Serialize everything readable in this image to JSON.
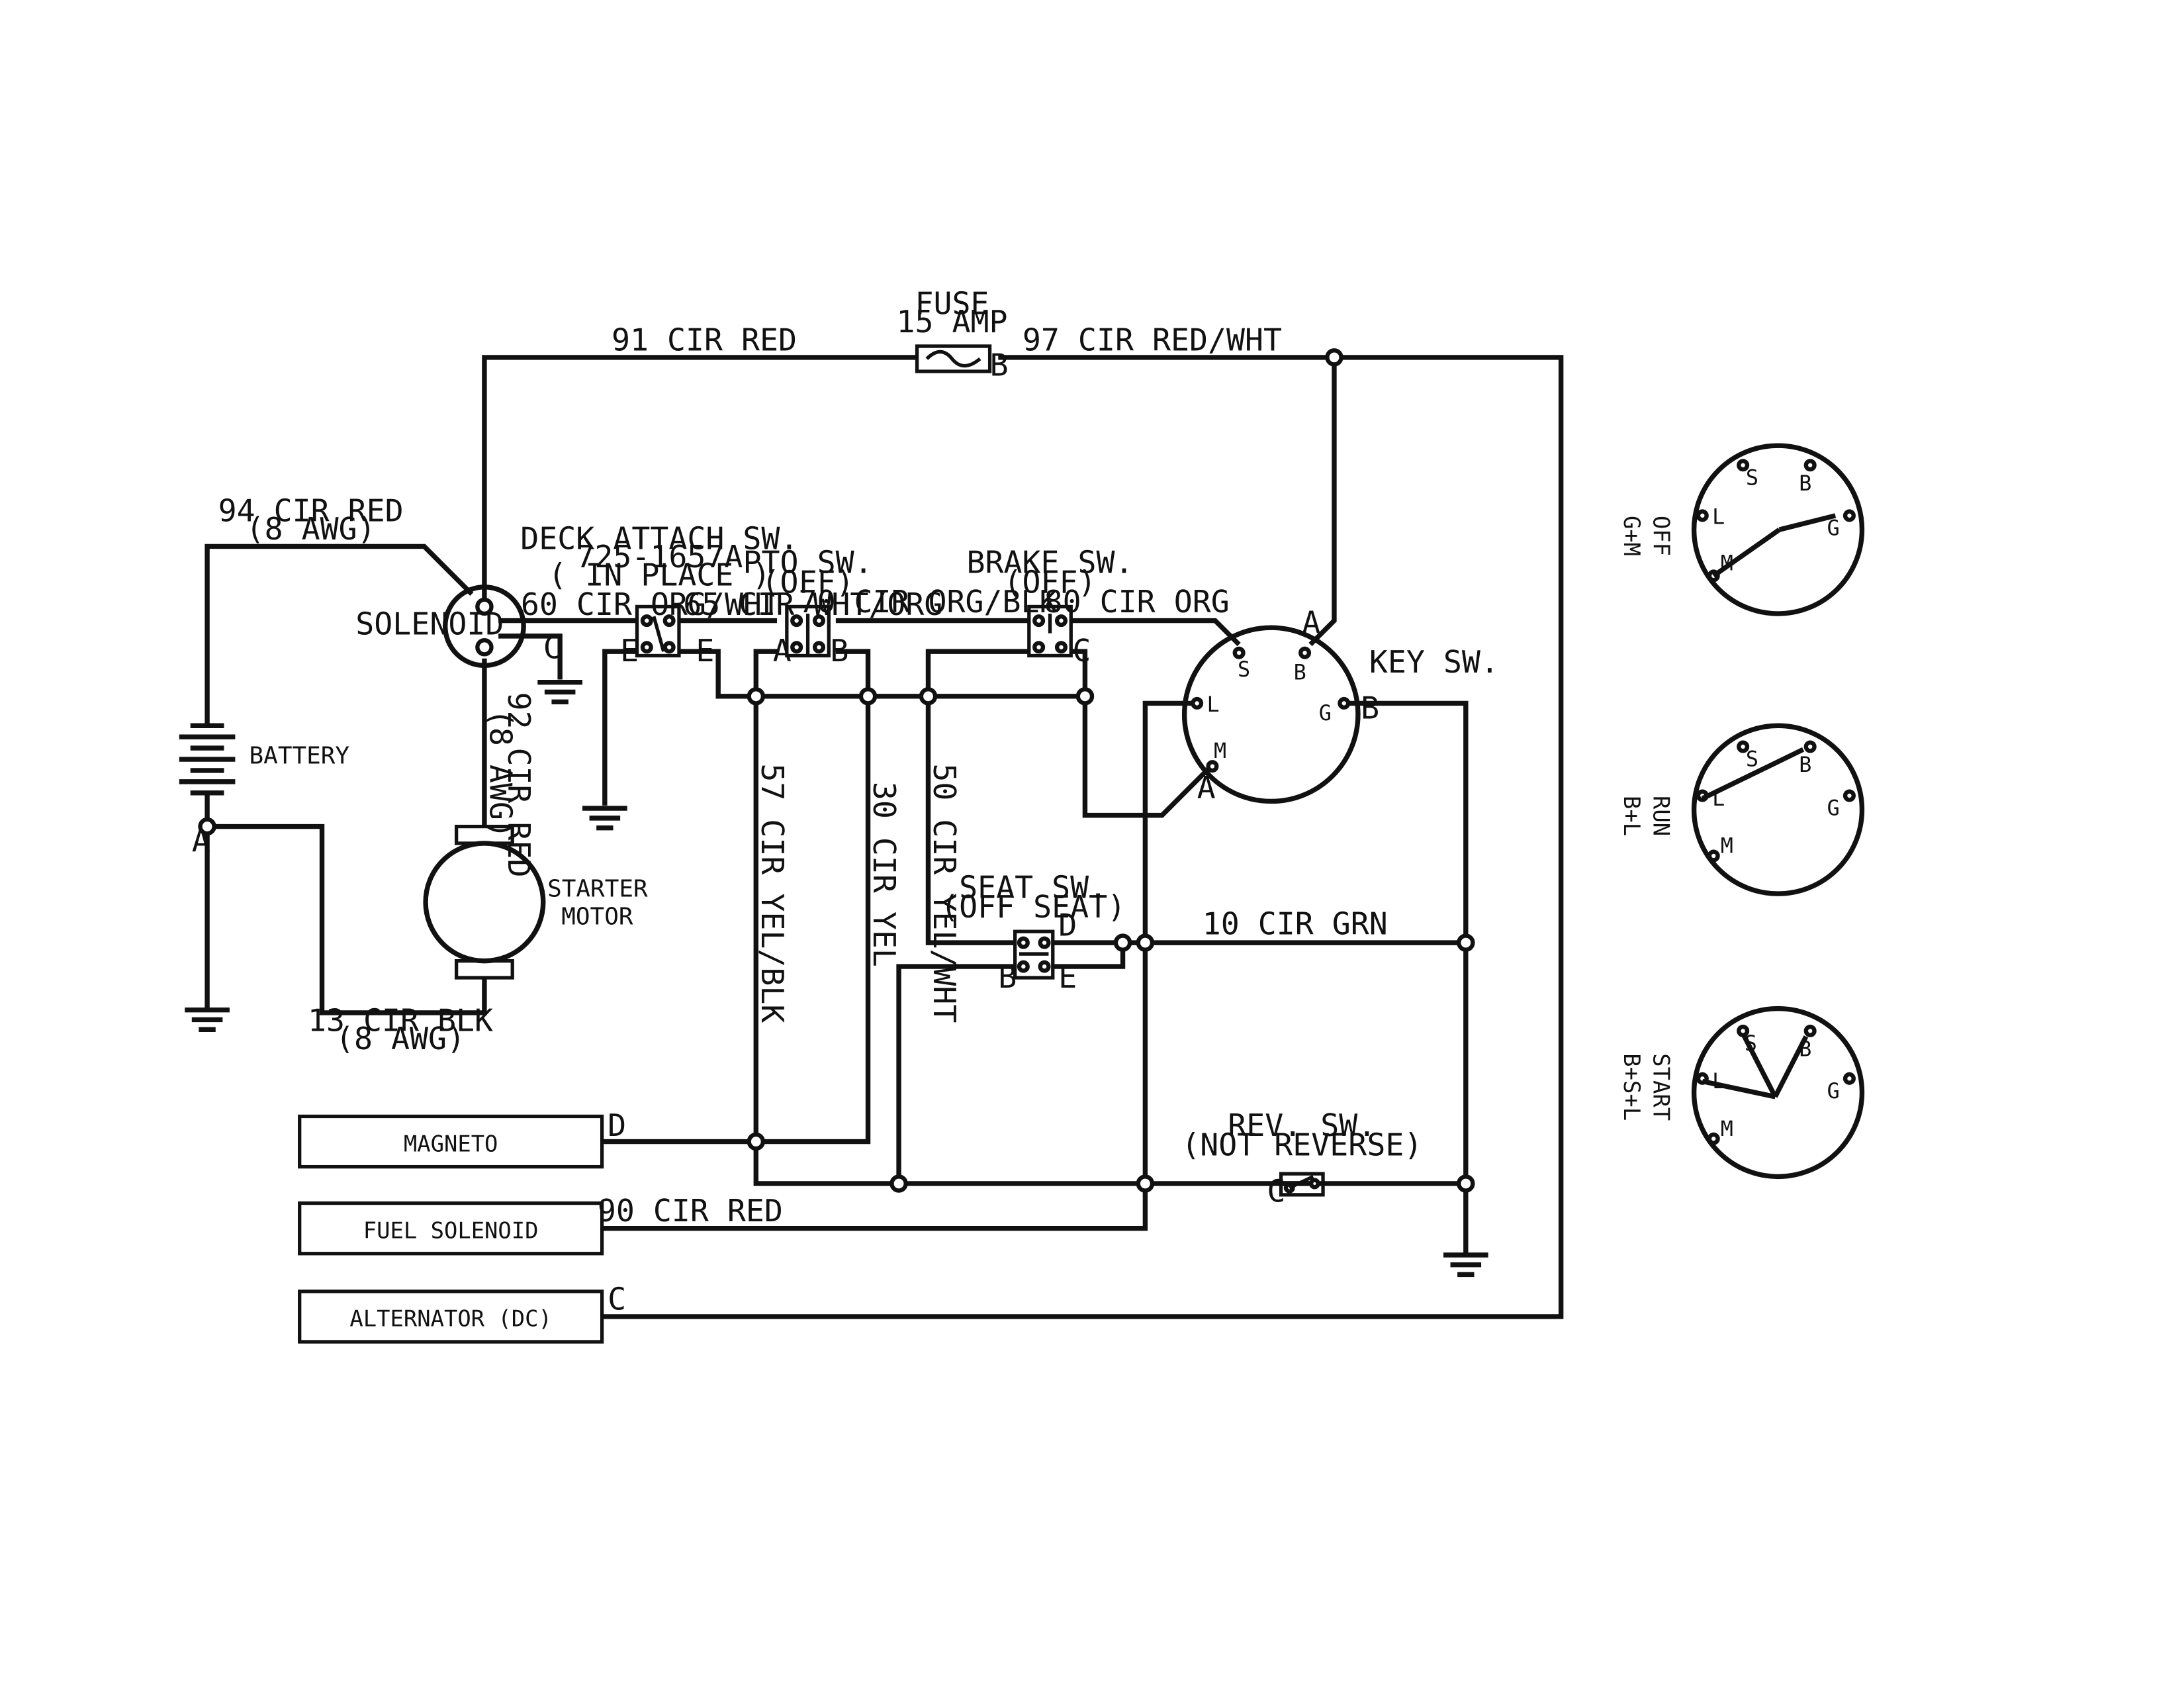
{
  "wires": {
    "w91": "91 CIR RED",
    "w97": "97 CIR RED/WHT",
    "w94": "94 CIR RED",
    "w94g": "(8 AWG)",
    "w60": "60 CIR ORG/WHT",
    "w65": "65 CIR WHT/ORG",
    "w70": "70 CIR ORG/BLK",
    "w80": "80 CIR ORG",
    "w92": "92 CIR RED",
    "w92g": "(8 AWG)",
    "w57": "57 CIR YEL/BLK",
    "w30": "30 CIR YEL",
    "w50": "50 CIR YEL/WHT",
    "w10": "10 CIR GRN",
    "w13": "13 CIR BLK",
    "w13g": "(8 AWG)",
    "w90": "90 CIR RED"
  },
  "components": {
    "fuse_title": "FUSE",
    "fuse_rating": "15 AMP",
    "solenoid": "SOLENOID",
    "battery": "BATTERY",
    "starter_1": "STARTER",
    "starter_2": "MOTOR",
    "deck_1": "DECK ATTACH SW.",
    "deck_2": "725-1657A",
    "deck_3": "( IN PLACE )",
    "pto_1": "PTO SW.",
    "pto_2": "(OFF)",
    "brake_1": "BRAKE SW.",
    "brake_2": "(OFF)",
    "key": "KEY SW.",
    "seat_1": "SEAT SW.",
    "seat_2": "(OFF SEAT)",
    "rev_1": "REV. SW.",
    "rev_2": "(NOT REVERSE)",
    "magneto": "MAGNETO",
    "fuel": "FUEL SOLENOID",
    "alternator": "ALTERNATOR (DC)"
  },
  "pins": {
    "A": "A",
    "B": "B",
    "C": "C",
    "D": "D",
    "E": "E",
    "S": "S",
    "L": "L",
    "M": "M",
    "G": "G"
  },
  "positions": [
    {
      "name": "OFF",
      "combo": "G+M"
    },
    {
      "name": "RUN",
      "combo": "B+L"
    },
    {
      "name": "START",
      "combo": "B+S+L"
    }
  ]
}
